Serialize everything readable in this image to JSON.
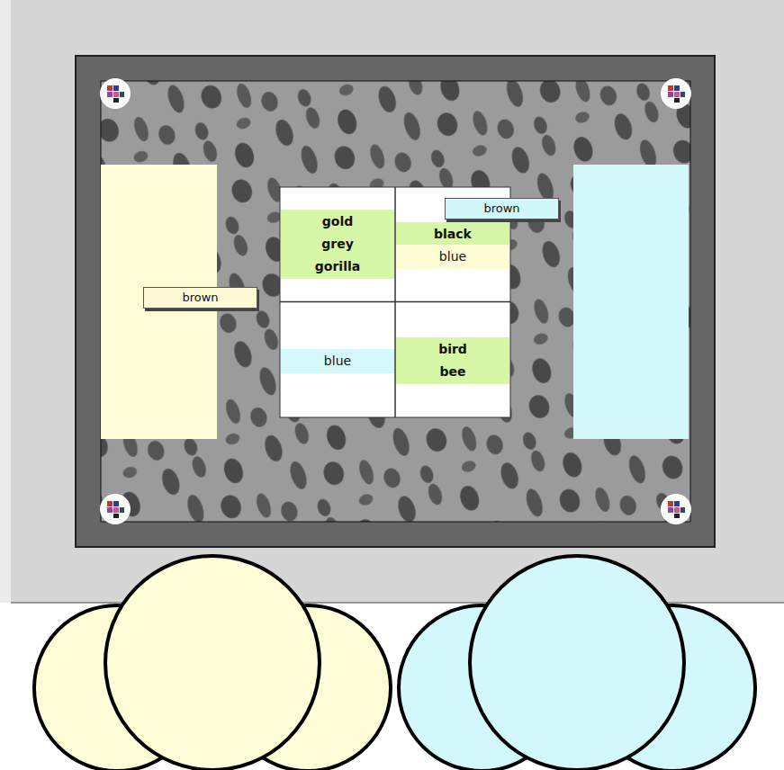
{
  "diagram": {
    "nodes": [
      {
        "text": [
          "brown"
        ]
      },
      {
        "text": [
          "gold",
          "grey",
          "gorilla"
        ]
      },
      {
        "text": [
          "black"
        ]
      },
      {
        "text": [
          "blue"
        ]
      },
      {
        "text": [
          "brown"
        ]
      },
      {
        "text": [
          "blue"
        ]
      },
      {
        "text": [
          "bird",
          "bee"
        ]
      }
    ]
  }
}
